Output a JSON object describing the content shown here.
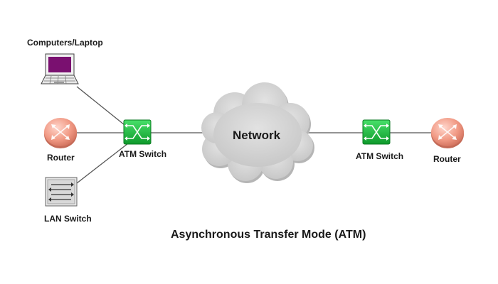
{
  "diagram": {
    "caption": "Asynchronous Transfer Mode (ATM)",
    "network_label": "Network",
    "nodes": {
      "computer": {
        "label": "Computers/Laptop",
        "icon": "laptop-icon"
      },
      "router_left": {
        "label": "Router",
        "icon": "router-icon"
      },
      "lan_switch": {
        "label": "LAN Switch",
        "icon": "lan-switch-icon"
      },
      "atm_switch_left": {
        "label": "ATM Switch",
        "icon": "atm-switch-icon"
      },
      "atm_switch_right": {
        "label": "ATM Switch",
        "icon": "atm-switch-icon"
      },
      "router_right": {
        "label": "Router",
        "icon": "router-icon"
      }
    },
    "colors": {
      "router": "#f19a85",
      "atm_switch": "#18b83a",
      "cloud": "#cfcfcf",
      "laptop_screen": "#7a1070",
      "link": "#555555"
    }
  }
}
